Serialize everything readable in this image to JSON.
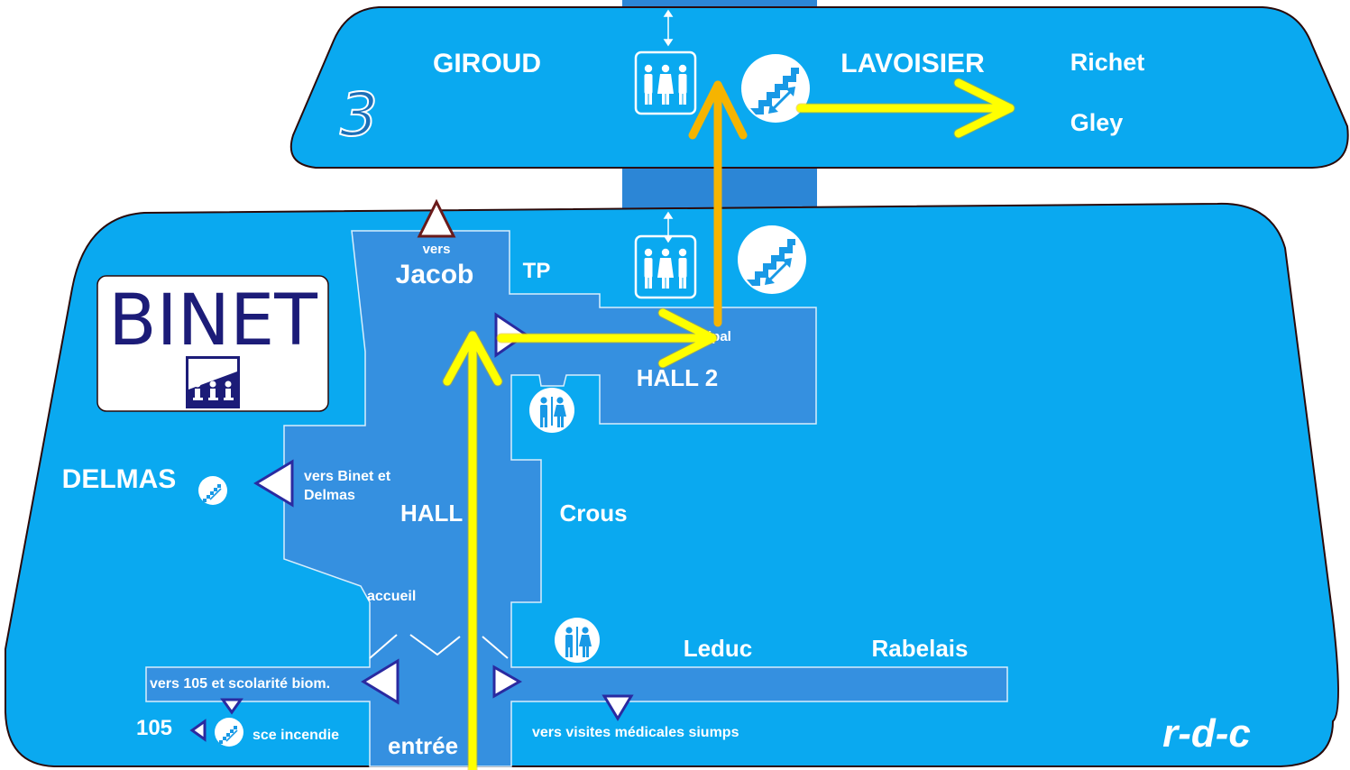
{
  "upper_floor": {
    "number": "3",
    "labels": {
      "giroud": "GIROUD",
      "lavoisier": "LAVOISIER",
      "richet": "Richet",
      "gley": "Gley"
    }
  },
  "ground_floor": {
    "name": "r-d-c",
    "binet_sign": "BINET",
    "labels": {
      "vers_jacob_small": "vers",
      "jacob": "Jacob",
      "tp": "TP",
      "principal_partial": "ipal",
      "hall2": "HALL 2",
      "delmas": "DELMAS",
      "vers_binet_line1": "vers Binet et",
      "vers_binet_line2": "Delmas",
      "hall": "HALL",
      "crous": "Crous",
      "accueil": "accueil",
      "leduc": "Leduc",
      "rabelais": "Rabelais",
      "vers_105": "vers 105 et scolarité biom.",
      "n105": "105",
      "sce_incendie": "sce incendie",
      "entree": "entrée",
      "visites": "vers visites médicales siumps"
    }
  },
  "icons": [
    "elevator-icon",
    "stairs-icon",
    "restroom-icon",
    "waiting-room-icon",
    "direction-triangle-icon",
    "route-arrow-icon"
  ],
  "colors": {
    "floor": "#0aa9f0",
    "corridor": "#3590e0",
    "route": "#ffff00",
    "route_up": "#f6b400",
    "outline": "#2a0a0a",
    "navy": "#1c1c78"
  }
}
